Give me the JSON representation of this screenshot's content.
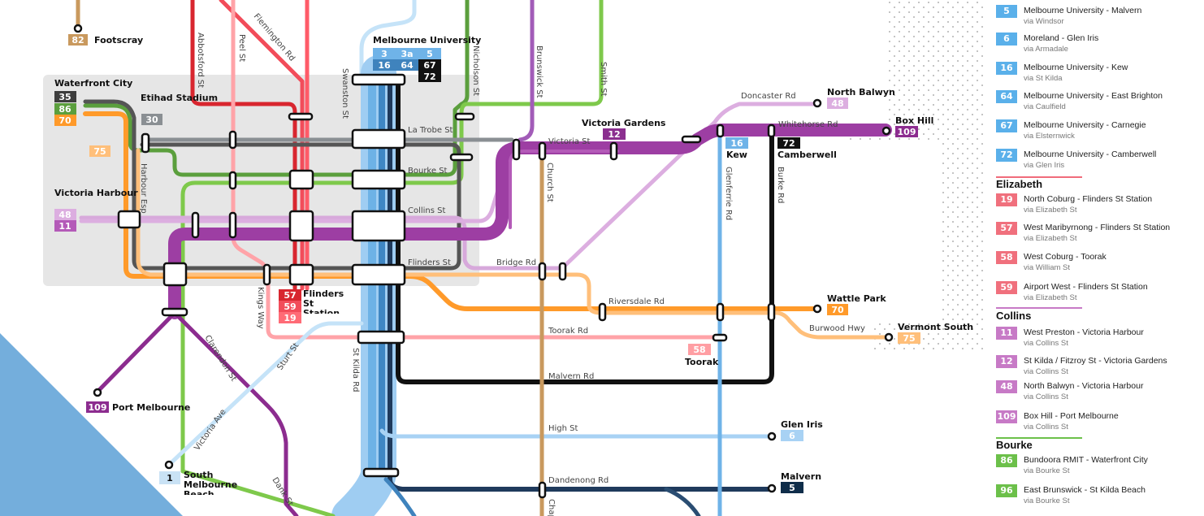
{
  "colors": {
    "rt1": "#c9e2f5",
    "rt3": "#6fb3e8",
    "rt3a": "#6fb3e8",
    "rt5": "#0f2d4a",
    "rt6": "#a8d2f4",
    "rt11": "#c458b9",
    "rt12": "#8b2f8f",
    "rt16": "#69b5ea",
    "rt19": "#f25268",
    "rt35": "#3d3d3d",
    "rt48": "#dcaee0",
    "rt57": "#e03342",
    "rt58": "#ff9ea3",
    "rt59": "#ff6b76",
    "rt64": "#55a0d8",
    "rt67": "#3f83bd",
    "rt70": "#ff9a2a",
    "rt72": "#111111",
    "rt75": "#ffbf7a",
    "rt82": "#c9995e",
    "rt86": "#61b043",
    "rt96": "#7ec94b",
    "rt109": "#8c2c8f",
    "cityArea": "#e6e6e6"
  },
  "map": {
    "streets": [
      "Abbotsford St",
      "Flemington Rd",
      "Peel St",
      "Swanston St",
      "Nicholson St",
      "Brunswick St",
      "Smith St",
      "La Trobe St",
      "Bourke St",
      "Collins St",
      "Flinders St",
      "Harbour Esp",
      "Victoria St",
      "Church St",
      "Bridge Rd",
      "Doncaster Rd",
      "Whitehorse Rd",
      "Glenferrie Rd",
      "Burke Rd",
      "Riversdale Rd",
      "Toorak Rd",
      "Burwood Hwy",
      "Malvern Rd",
      "High St",
      "Dandenong Rd",
      "Kings Way",
      "St Kilda Rd",
      "Sturt St",
      "Clarendon St",
      "Victoria Ave",
      "Dank St",
      "Chapel St"
    ],
    "terminals": {
      "footscray": {
        "name": "Footscray",
        "routes": [
          "82"
        ]
      },
      "waterfront": {
        "name": "Waterfront City",
        "routes": [
          "35",
          "86",
          "70"
        ]
      },
      "etihad": {
        "name": "Etihad Stadium",
        "routes": [
          "30"
        ]
      },
      "harbour_esp": {
        "routes": [
          "75"
        ]
      },
      "victoria_harbour": {
        "name": "Victoria Harbour",
        "routes": [
          "48",
          "11"
        ]
      },
      "melb_uni": {
        "name": "Melbourne University",
        "routes": [
          "3",
          "3a",
          "5",
          "16",
          "64",
          "67",
          "72"
        ]
      },
      "flinders": {
        "name": "Flinders St Station",
        "routes": [
          "57",
          "59",
          "19"
        ]
      },
      "port_melbourne": {
        "name": "Port Melbourne",
        "routes": [
          "109"
        ]
      },
      "south_melbourne": {
        "name": "South Melbourne Beach",
        "routes": [
          "1"
        ]
      },
      "victoria_gardens": {
        "name": "Victoria Gardens",
        "routes": [
          "12"
        ]
      },
      "north_balwyn": {
        "name": "North Balwyn",
        "routes": [
          "48"
        ]
      },
      "kew": {
        "name": "Kew",
        "routes": [
          "16"
        ]
      },
      "camberwell": {
        "name": "Camberwell",
        "routes": [
          "72"
        ]
      },
      "box_hill": {
        "name": "Box Hill",
        "routes": [
          "109"
        ]
      },
      "wattle_park": {
        "name": "Wattle Park",
        "routes": [
          "70"
        ]
      },
      "vermont_south": {
        "name": "Vermont South",
        "routes": [
          "75"
        ]
      },
      "toorak": {
        "name": "Toorak",
        "routes": [
          "58"
        ]
      },
      "glen_iris": {
        "name": "Glen Iris",
        "routes": [
          "6"
        ]
      },
      "malvern": {
        "name": "Malvern",
        "routes": [
          "5"
        ]
      }
    }
  },
  "legend": {
    "items_top": [
      {
        "num": "5",
        "name": "Melbourne University - Malvern",
        "via": "via Windsor",
        "color": "#5ab0ea"
      },
      {
        "num": "6",
        "name": "Moreland - Glen Iris",
        "via": "via Armadale",
        "color": "#5ab0ea"
      },
      {
        "num": "16",
        "name": "Melbourne University - Kew",
        "via": "via St Kilda",
        "color": "#5ab0ea"
      },
      {
        "num": "64",
        "name": "Melbourne University - East Brighton",
        "via": "via Caulfield",
        "color": "#5ab0ea"
      },
      {
        "num": "67",
        "name": "Melbourne University - Carnegie",
        "via": "via Elsternwick",
        "color": "#5ab0ea"
      },
      {
        "num": "72",
        "name": "Melbourne University - Camberwell",
        "via": "via Glen Iris",
        "color": "#5ab0ea"
      }
    ],
    "elizabeth": {
      "title": "Elizabeth",
      "rule": "#f06c7b",
      "items": [
        {
          "num": "19",
          "name": "North Coburg - Flinders St Station",
          "via": "via Elizabeth St",
          "color": "#f0707d"
        },
        {
          "num": "57",
          "name": "West Maribyrnong - Flinders St Station",
          "via": "via Elizabeth St",
          "color": "#f0707d"
        },
        {
          "num": "58",
          "name": "West Coburg - Toorak",
          "via": "via William St",
          "color": "#f0707d"
        },
        {
          "num": "59",
          "name": "Airport West - Flinders St Station",
          "via": "via Elizabeth St",
          "color": "#f0707d"
        }
      ]
    },
    "collins": {
      "title": "Collins",
      "rule": "#c77ac6",
      "items": [
        {
          "num": "11",
          "name": "West Preston - Victoria Harbour",
          "via": "via Collins St",
          "color": "#c77ac6"
        },
        {
          "num": "12",
          "name": "St Kilda / Fitzroy St - Victoria Gardens",
          "via": "via Collins St",
          "color": "#c77ac6"
        },
        {
          "num": "48",
          "name": "North Balwyn - Victoria Harbour",
          "via": "via Collins St",
          "color": "#c77ac6"
        },
        {
          "num": "109",
          "name": "Box Hill - Port Melbourne",
          "via": "via Collins St",
          "color": "#c77ac6"
        }
      ]
    },
    "bourke": {
      "title": "Bourke",
      "rule": "#6cc04a",
      "items": [
        {
          "num": "86",
          "name": "Bundoora RMIT - Waterfront City",
          "via": "via Bourke St",
          "color": "#6cc04a"
        },
        {
          "num": "96",
          "name": "East Brunswick - St Kilda Beach",
          "via": "via Bourke St",
          "color": "#6cc04a"
        }
      ]
    }
  }
}
